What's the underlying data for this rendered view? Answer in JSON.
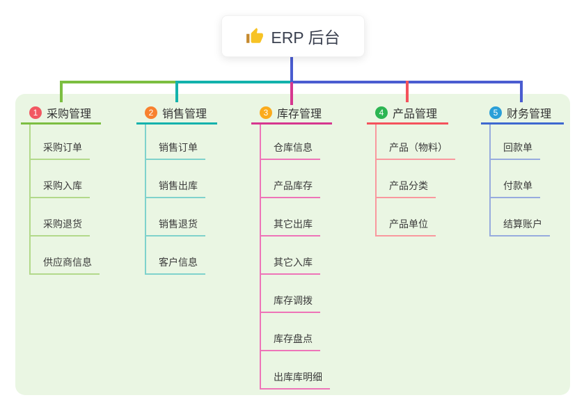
{
  "root": {
    "icon": "thumbs-up",
    "label": "ERP 后台"
  },
  "colors": {
    "panel_bg": "#eaf6e3",
    "connector_indigo": "#4a5cd0",
    "connector_green": "#7cbe41",
    "connector_teal": "#13b2ac",
    "connector_magenta": "#d6378f",
    "connector_red": "#f4525c",
    "branches": [
      {
        "badge": "#f25862",
        "line": "#7cbe41",
        "child_line": "#b2d98a"
      },
      {
        "badge": "#f8812f",
        "line": "#13b2ac",
        "child_line": "#7fd2cc"
      },
      {
        "badge": "#fbab1c",
        "line": "#d6378f",
        "child_line": "#ee74b8"
      },
      {
        "badge": "#2cb552",
        "line": "#f4525c",
        "child_line": "#f9989e"
      },
      {
        "badge": "#2a9fd8",
        "line": "#3e68d0",
        "child_line": "#97abde"
      }
    ]
  },
  "branches": [
    {
      "num": "1",
      "label": "采购管理",
      "children": [
        "采购订单",
        "采购入库",
        "采购退货",
        "供应商信息"
      ]
    },
    {
      "num": "2",
      "label": "销售管理",
      "children": [
        "销售订单",
        "销售出库",
        "销售退货",
        "客户信息"
      ]
    },
    {
      "num": "3",
      "label": "库存管理",
      "children": [
        "仓库信息",
        "产品库存",
        "其它出库",
        "其它入库",
        "库存调拨",
        "库存盘点",
        "出库库明细"
      ]
    },
    {
      "num": "4",
      "label": "产品管理",
      "children": [
        "产品（物料）",
        "产品分类",
        "产品单位"
      ]
    },
    {
      "num": "5",
      "label": "财务管理",
      "children": [
        "回款单",
        "付款单",
        "结算账户"
      ]
    }
  ]
}
